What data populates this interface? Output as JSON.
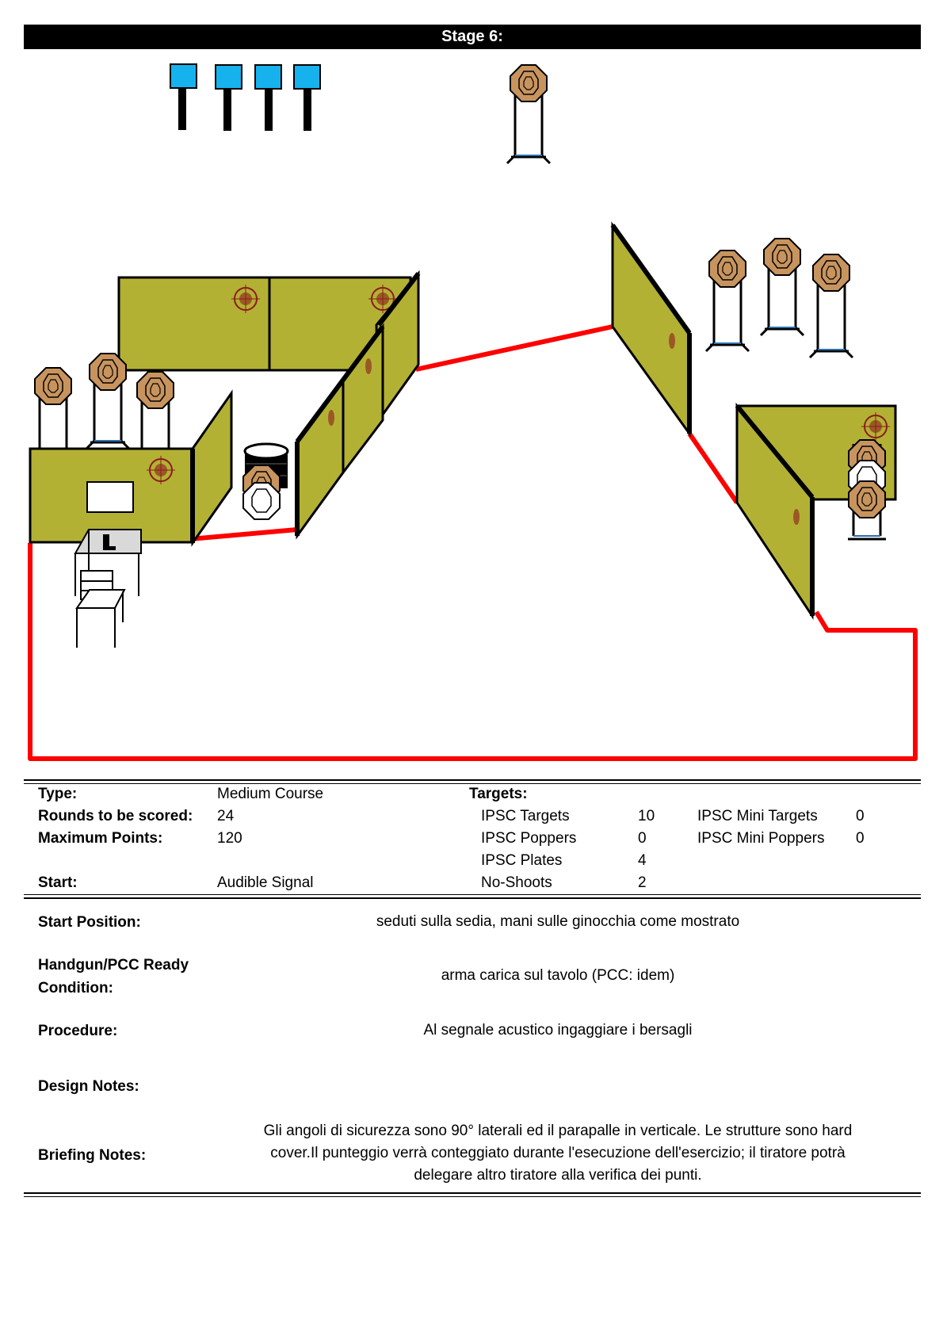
{
  "header": {
    "title": "Stage 6:"
  },
  "summary": {
    "type_label": "Type:",
    "type_value": "Medium Course",
    "rounds_label": "Rounds to be scored:",
    "rounds_value": "24",
    "max_points_label": "Maximum Points:",
    "max_points_value": "120",
    "start_label": "Start:",
    "start_value": "Audible Signal",
    "targets_label": "Targets:",
    "targets": [
      {
        "label": "IPSC Targets",
        "value": "10"
      },
      {
        "label": "IPSC Poppers",
        "value": "0"
      },
      {
        "label": "IPSC Plates",
        "value": "4"
      },
      {
        "label": "No-Shoots",
        "value": "2"
      }
    ],
    "mini_targets": [
      {
        "label": "IPSC Mini Targets",
        "value": "0"
      },
      {
        "label": "IPSC Mini Poppers",
        "value": "0"
      }
    ]
  },
  "details": {
    "start_position_label": "Start Position:",
    "start_position_value": "seduti sulla sedia, mani sulle ginocchia come mostrato",
    "ready_label_1": "Handgun/PCC Ready",
    "ready_label_2": "Condition:",
    "ready_value": "arma carica sul tavolo (PCC: idem)",
    "procedure_label": "Procedure:",
    "procedure_value": "Al segnale acustico ingaggiare i bersagli",
    "design_notes_label": "Design Notes:",
    "design_notes_value": "",
    "briefing_label": "Briefing Notes:",
    "briefing_lines": [
      "Gli angoli di sicurezza sono 90° laterali ed il parapalle in verticale. Le strutture sono hard",
      "cover.Il punteggio verrà conteggiato durante l'esecuzione dell'esercizio; il tiratore potrà",
      "delegare altro tiratore alla verifica  dei punti."
    ]
  },
  "colors": {
    "wall": "#b3b134",
    "target": "#c8945e",
    "plate": "#16b2ee",
    "fault_line": "#ff0000",
    "table": "#d9d9d9"
  }
}
